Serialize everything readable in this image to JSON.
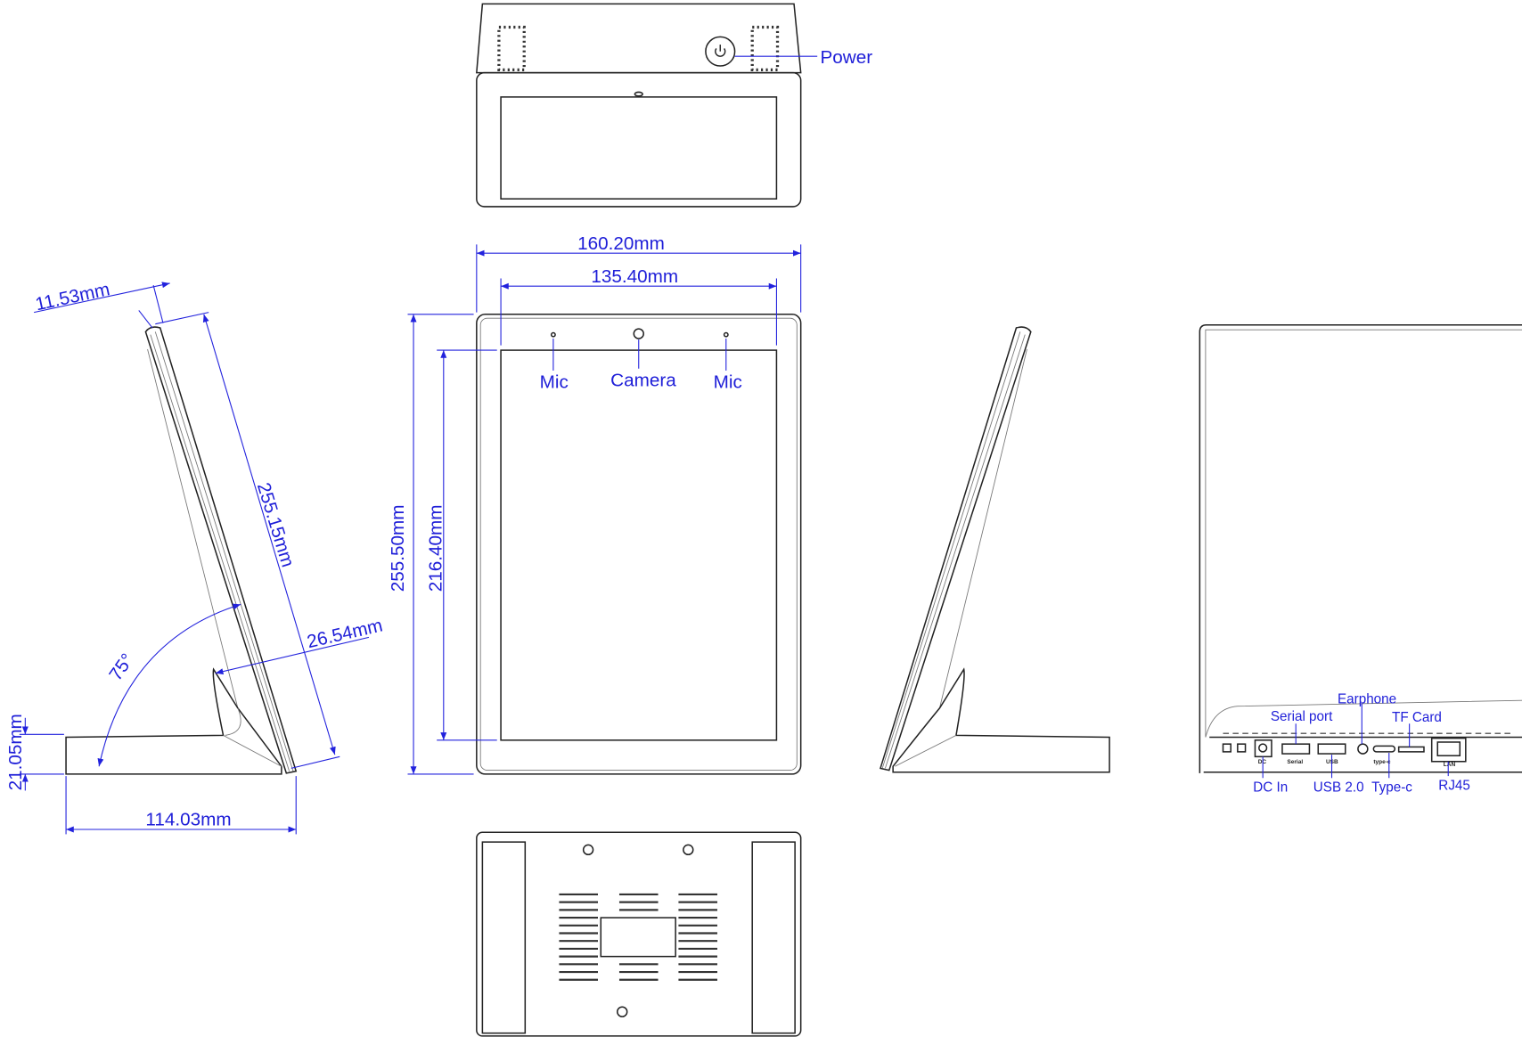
{
  "callouts": {
    "power": "Power",
    "mic_left": "Mic",
    "camera": "Camera",
    "mic_right": "Mic",
    "earphone": "Earphone",
    "serial_port": "Serial port",
    "tf_card": "TF Card",
    "dc_in": "DC In",
    "usb": "USB 2.0",
    "type_c": "Type-c",
    "rj45": "RJ45"
  },
  "port_markings": {
    "dc": "DC",
    "serial": "Serial",
    "usb": "USB",
    "typec": "type-c",
    "lan": "LAN"
  },
  "dimensions": {
    "overall_width": "160.20mm",
    "screen_width": "135.40mm",
    "overall_height": "255.50mm",
    "screen_height": "216.40mm",
    "panel_thickness": "11.53mm",
    "panel_length": "255.15mm",
    "base_neck": "26.54mm",
    "tilt_angle": "75°",
    "base_height": "21.05mm",
    "base_depth": "114.03mm"
  },
  "colors": {
    "dimension": "#2222dd",
    "outline": "#222222"
  }
}
